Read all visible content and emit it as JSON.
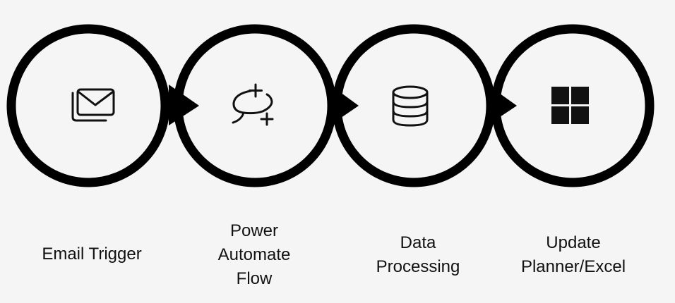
{
  "colors": {
    "background": "#f5f5f5",
    "ring": "#000000",
    "icon": "#111111"
  },
  "steps": [
    {
      "label": "Email Trigger",
      "icon": "email-icon"
    },
    {
      "label": "Power\nAutomate\nFlow",
      "icon": "power-automate-icon"
    },
    {
      "label": "Data\nProcessing",
      "icon": "database-icon"
    },
    {
      "label": "Update\nPlanner/Excel",
      "icon": "windows-grid-icon"
    }
  ]
}
